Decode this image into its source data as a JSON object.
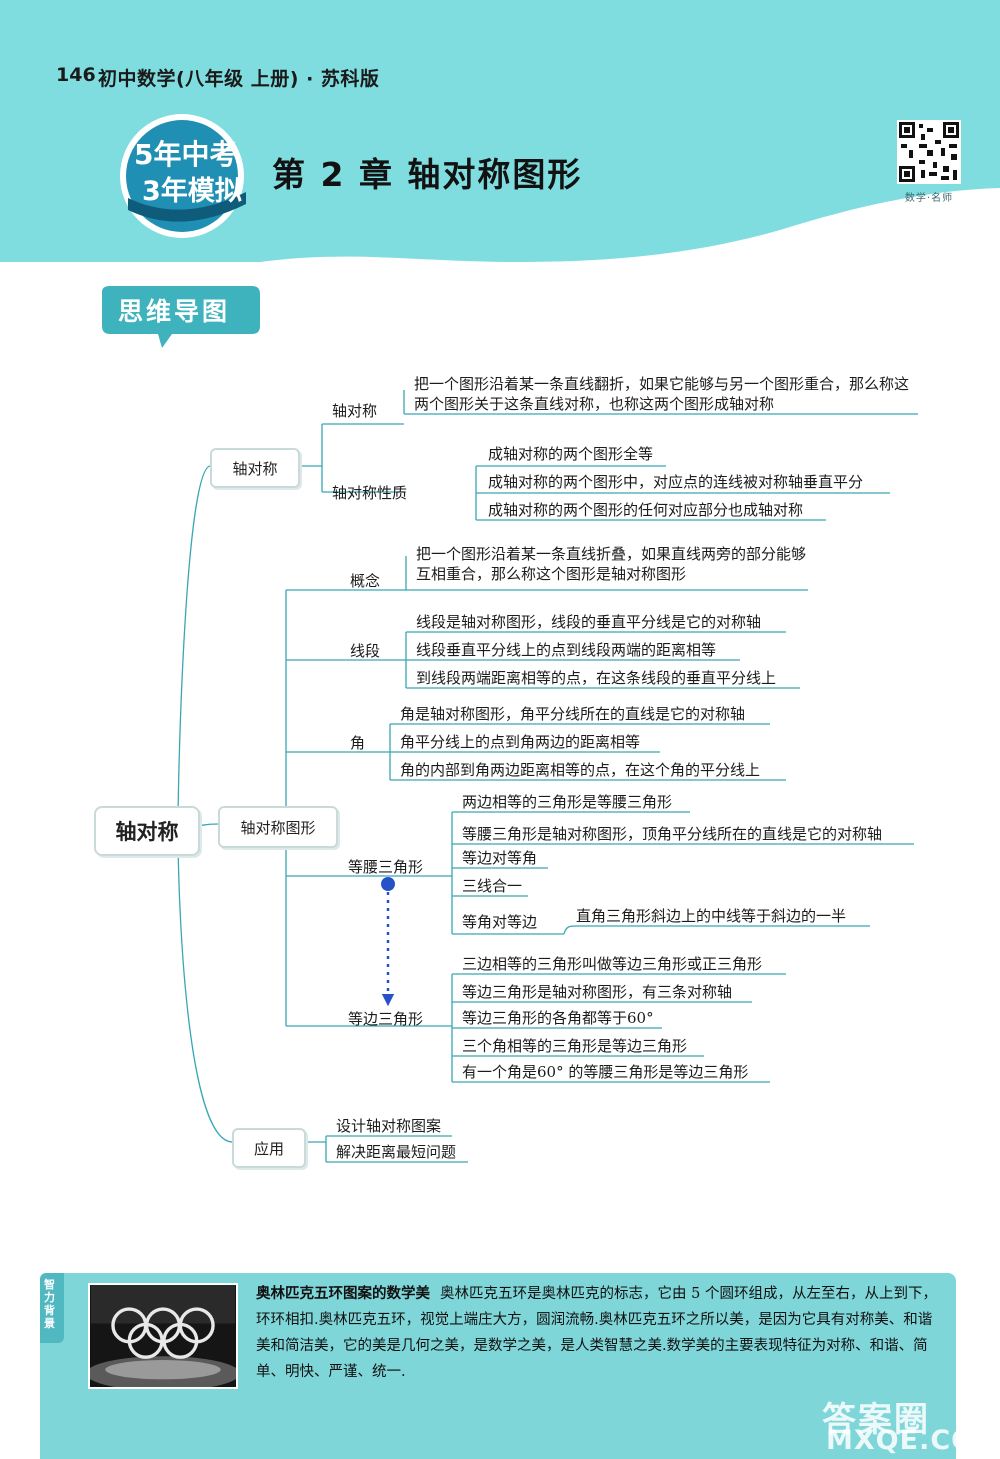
{
  "header": {
    "page_number": "146",
    "book_title": "初中数学(八年级   上册) · 苏科版",
    "logo_line1": "5年中考",
    "logo_line2": "3年模拟",
    "chapter_title": "第 2 章    轴对称图形",
    "qr_caption": "数学·名师"
  },
  "section_tag": "思维导图",
  "mindmap": {
    "root": "轴对称",
    "branches": {
      "axis": {
        "label": "轴对称",
        "definition_label": "轴对称",
        "definition_text": "把一个图形沿着某一条直线翻折，如果它能够与另一个图形重合，那么称这两个图形关于这条直线对称，也称这两个图形成轴对称",
        "properties_label": "轴对称性质",
        "properties": [
          "成轴对称的两个图形全等",
          "成轴对称的两个图形中，对应点的连线被对称轴垂直平分",
          "成轴对称的两个图形的任何对应部分也成轴对称"
        ]
      },
      "figure": {
        "label": "轴对称图形",
        "concept_label": "概念",
        "concept_text": "把一个图形沿着某一条直线折叠，如果直线两旁的部分能够互相重合，那么称这个图形是轴对称图形",
        "segment_label": "线段",
        "segment": [
          "线段是轴对称图形，线段的垂直平分线是它的对称轴",
          "线段垂直平分线上的点到线段两端的距离相等",
          "到线段两端距离相等的点，在这条线段的垂直平分线上"
        ],
        "angle_label": "角",
        "angle": [
          "角是轴对称图形，角平分线所在的直线是它的对称轴",
          "角平分线上的点到角两边的距离相等",
          "角的内部到角两边距离相等的点，在这个角的平分线上"
        ],
        "isosceles_label": "等腰三角形",
        "isosceles": [
          "两边相等的三角形是等腰三角形",
          "等腰三角形是轴对称图形，顶角平分线所在的直线是它的对称轴",
          "等边对等角",
          "三线合一",
          "等角对等边"
        ],
        "isosceles_extra": "直角三角形斜边上的中线等于斜边的一半",
        "equilateral_label": "等边三角形",
        "equilateral": [
          "三边相等的三角形叫做等边三角形或正三角形",
          "等边三角形是轴对称图形，有三条对称轴",
          "等边三角形的各角都等于60°",
          "三个角相等的三角形是等边三角形",
          "有一个角是60° 的等腰三角形是等边三角形"
        ]
      },
      "application": {
        "label": "应用",
        "items": [
          "设计轴对称图案",
          "解决距离最短问题"
        ]
      }
    }
  },
  "note": {
    "side_label": "智力背景",
    "title": "奥林匹克五环图案的数学美",
    "body": "奥林匹克五环是奥林匹克的标志，它由 5 个圆环组成，从左至右，从上到下，环环相扣.奥林匹克五环，视觉上端庄大方，圆润流畅.奥林匹克五环之所以美，是因为它具有对称美、和谐美和简洁美，它的美是几何之美，是数学之美，是人类智慧之美.数学美的主要表现特征为对称、和谐、简单、明快、严谨、统一."
  },
  "watermark": {
    "cn": "答案圈",
    "en": "MXQE.COM"
  },
  "colors": {
    "header_cyan": "#7fdde0",
    "accent_teal": "#3fb3bd",
    "line_teal": "#39a7b3",
    "arrow_blue": "#2552c9"
  }
}
